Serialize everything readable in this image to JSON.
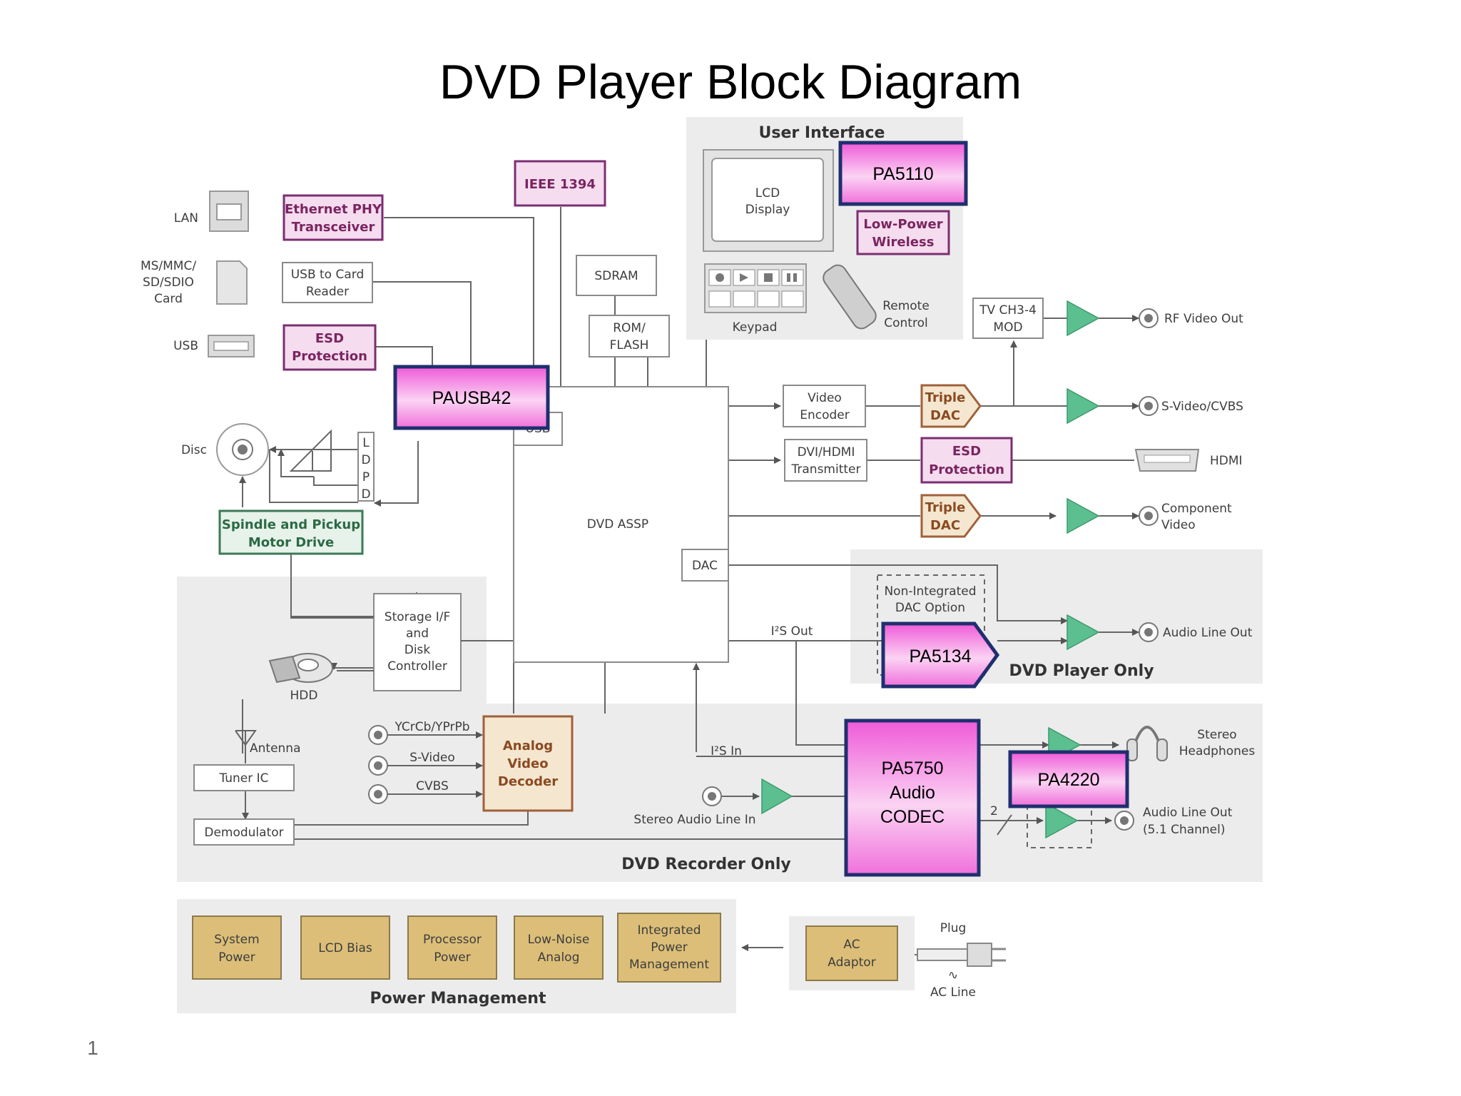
{
  "title": "DVD Player Block Diagram",
  "page_number": "1",
  "sections": {
    "user_interface": "User Interface",
    "dvd_player_only": "DVD Player Only",
    "dvd_recorder_only": "DVD Recorder Only",
    "power_management": "Power Management"
  },
  "left": {
    "lan": "LAN",
    "card": [
      "MS/MMC/",
      "SD/SDIO",
      "Card"
    ],
    "usb": "USB",
    "disc": "Disc",
    "hdd": "HDD",
    "ethernet_phy": [
      "Ethernet PHY",
      "Transceiver"
    ],
    "usb_card_reader": [
      "USB to Card",
      "Reader"
    ],
    "esd_protection": [
      "ESD",
      "Protection"
    ],
    "ldpd": [
      "L",
      "D",
      "P",
      "D"
    ],
    "spindle": [
      "Spindle and Pickup",
      "Motor Drive"
    ],
    "storage": [
      "Storage I/F",
      "and",
      "Disk",
      "Controller"
    ],
    "usb_port": "USB"
  },
  "center": {
    "ieee1394": "IEEE 1394",
    "sdram": "SDRAM",
    "rom_flash": [
      "ROM/",
      "FLASH"
    ],
    "dvd_assp": "DVD ASSP",
    "dac": "DAC",
    "i2s_out": "I²S Out",
    "i2s_in": "I²S In"
  },
  "ui": {
    "lcd": [
      "LCD",
      "Display"
    ],
    "low_power_wireless": [
      "Low-Power",
      "Wireless"
    ],
    "keypad": "Keypad",
    "remote": [
      "Remote",
      "Control"
    ]
  },
  "right": {
    "tv_mod": [
      "TV CH3-4",
      "MOD"
    ],
    "video_encoder": [
      "Video",
      "Encoder"
    ],
    "dvi_hdmi": [
      "DVI/HDMI",
      "Transmitter"
    ],
    "triple_dac": [
      "Triple",
      "DAC"
    ],
    "esd_protection": [
      "ESD",
      "Protection"
    ],
    "rf_out": "RF Video Out",
    "svideo_cvbs": "S-Video/CVBS",
    "hdmi": "HDMI",
    "component": [
      "Component",
      "Video"
    ],
    "non_integrated": [
      "Non-Integrated",
      "DAC Option"
    ],
    "audio_line_out": "Audio Line Out",
    "stereo_headphones": [
      "Stereo",
      "Headphones"
    ],
    "audio_line_out_51": [
      "Audio Line Out",
      "(5.1 Channel)"
    ],
    "bus_width": "2"
  },
  "recorder": {
    "antenna": "Antenna",
    "tuner": "Tuner IC",
    "demodulator": "Demodulator",
    "ycbcr": "YCrCb/YPrPb",
    "svideo": "S-Video",
    "cvbs": "CVBS",
    "analog_video_decoder": [
      "Analog",
      "Video",
      "Decoder"
    ],
    "stereo_audio_in": "Stereo Audio Line In"
  },
  "parts": {
    "pa5110": "PA5110",
    "pausb42": "PAUSB42",
    "pa5134": "PA5134",
    "pa5750": [
      "PA5750",
      "Audio",
      "CODEC"
    ],
    "pa4220": "PA4220"
  },
  "power": {
    "blocks": [
      [
        "System",
        "Power"
      ],
      [
        "LCD Bias"
      ],
      [
        "Processor",
        "Power"
      ],
      [
        "Low-Noise",
        "Analog"
      ],
      [
        "Integrated",
        "Power",
        "Management"
      ]
    ],
    "ac_adaptor": [
      "AC",
      "Adaptor"
    ],
    "plug": "Plug",
    "ac_line": "AC Line",
    "tilde": "∿"
  }
}
